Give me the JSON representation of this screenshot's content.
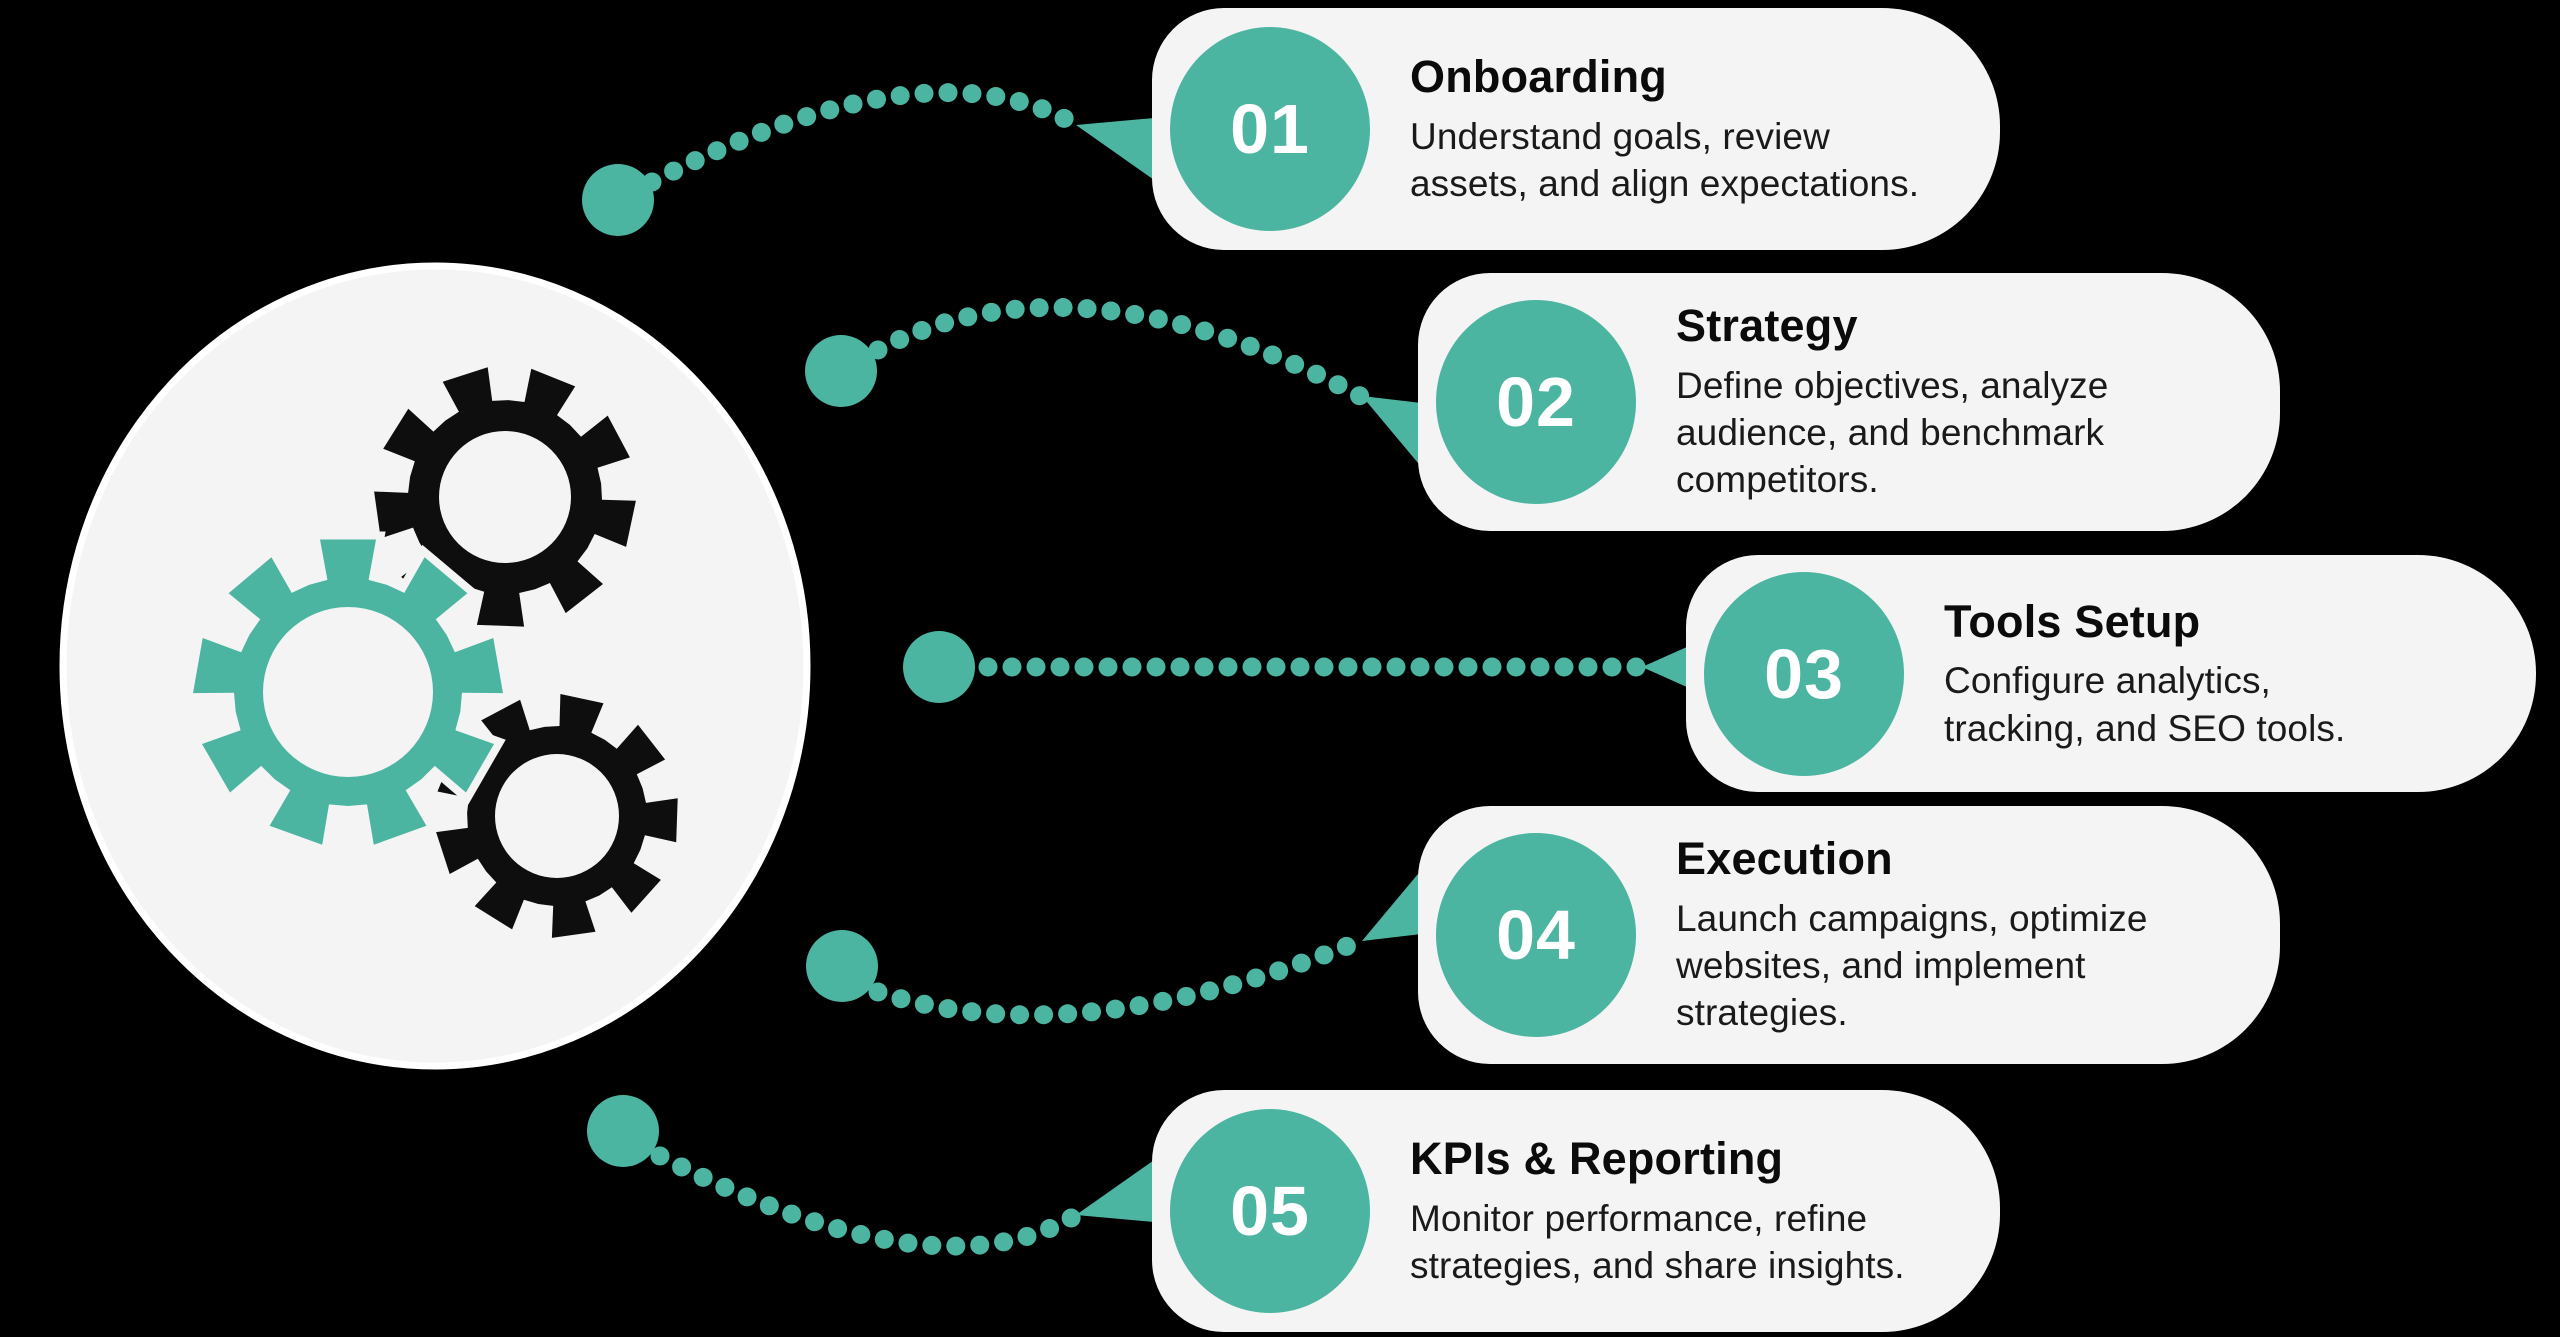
{
  "colors": {
    "background": "#000000",
    "accent": "#4CB5A1",
    "card_background": "#F4F4F4",
    "circle_outline": "#FFFFFF",
    "number_text": "#FFFFFF",
    "title_text": "#0B0B0B",
    "description_text": "#1A1A1A",
    "gear_dark": "#0E0E0E"
  },
  "center": {
    "icon": "gears-icon"
  },
  "steps": [
    {
      "number": "01",
      "title": "Onboarding",
      "description": "Understand goals, review\nassets, and align expectations."
    },
    {
      "number": "02",
      "title": "Strategy",
      "description": "Define objectives, analyze\naudience, and benchmark\ncompetitors."
    },
    {
      "number": "03",
      "title": "Tools Setup",
      "description": "Configure analytics,\ntracking, and SEO tools."
    },
    {
      "number": "04",
      "title": "Execution",
      "description": "Launch campaigns, optimize\nwebsites, and implement\nstrategies."
    },
    {
      "number": "05",
      "title": "KPIs & Reporting",
      "description": "Monitor performance, refine\nstrategies, and share insights."
    }
  ]
}
